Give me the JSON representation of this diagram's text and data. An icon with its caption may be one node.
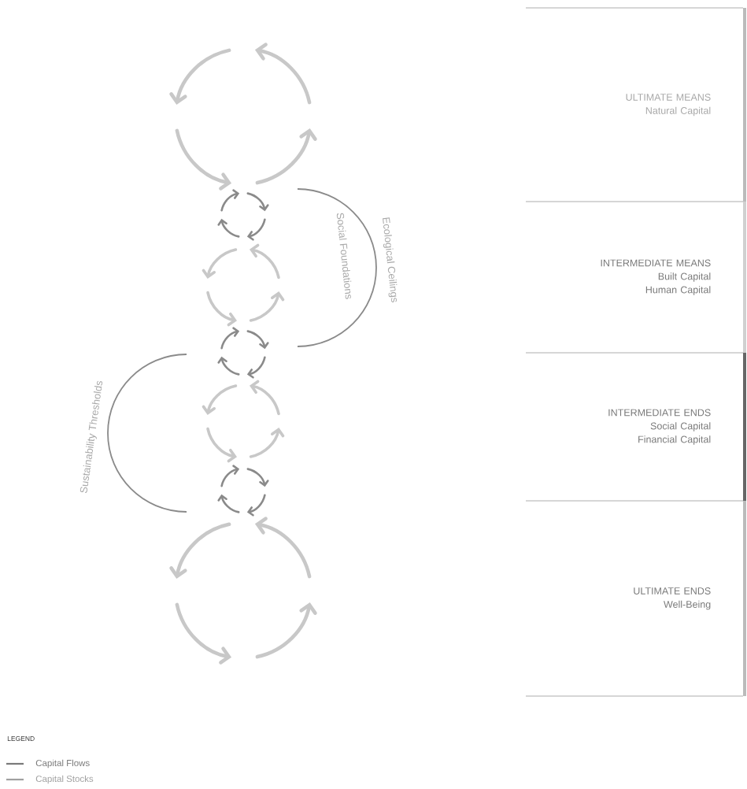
{
  "diagram": {
    "nodes": [
      {
        "text": [
          "ULTIMATE MEANS",
          "Natural Capital"
        ]
      },
      {
        "text": [
          "INTERMEDIATE MEANS",
          "Built Capital",
          "Human Capital"
        ]
      },
      {
        "text": [
          "INTERMEDIATE ENDS",
          "Social Capital",
          "Financial Capital"
        ]
      },
      {
        "text": [
          "ULTIMATE ENDS",
          "Well-Being"
        ]
      }
    ],
    "labels": [
      "Ecological Ceilings",
      "Social Foundations",
      "Sustainability Thresholds",
      "LEGEND"
    ],
    "legend": [
      {
        "text": "Capital Flows"
      },
      {
        "text": "Capital Stocks"
      }
    ]
  }
}
